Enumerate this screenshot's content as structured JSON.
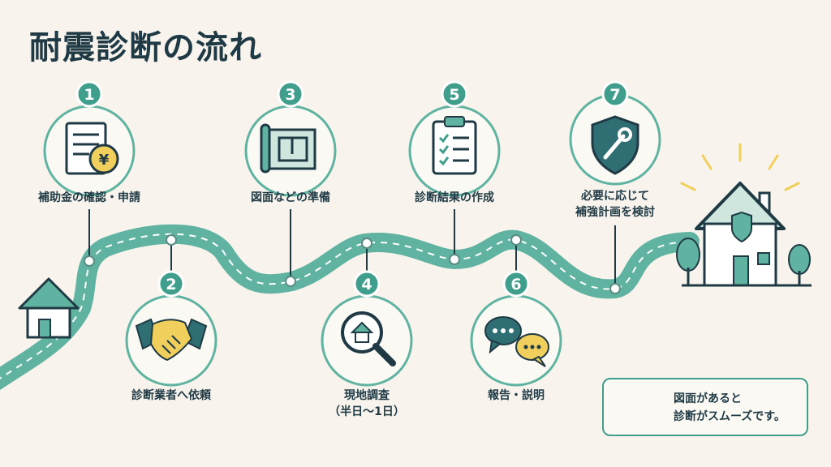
{
  "title": "耐震診断の流れ",
  "steps": [
    {
      "number": "1",
      "label": "補助金の確認・申請",
      "icon": "document-yen-icon"
    },
    {
      "number": "2",
      "label": "診断業者へ依頼",
      "icon": "handshake-icon"
    },
    {
      "number": "3",
      "label": "図面などの準備",
      "icon": "blueprint-icon"
    },
    {
      "number": "4",
      "label_lines": [
        "現地調査",
        "（半日〜1日）"
      ],
      "icon": "house-magnifier-icon"
    },
    {
      "number": "5",
      "label": "診断結果の作成",
      "icon": "clipboard-checklist-icon"
    },
    {
      "number": "6",
      "label": "報告・説明",
      "icon": "speech-bubbles-icon"
    },
    {
      "number": "7",
      "label_lines": [
        "必要に応じて",
        "補強計画を検討"
      ],
      "icon": "shield-wrench-icon"
    }
  ],
  "note": {
    "lines": [
      "図面があると",
      "診断がスムーズです。"
    ],
    "icon": "blueprint-icon"
  },
  "colors": {
    "background": "#f8f4ed",
    "road": "#5fb3a0",
    "accent": "#3f9e8c",
    "dark": "#1f3a44",
    "yellow": "#f0cf5c"
  }
}
